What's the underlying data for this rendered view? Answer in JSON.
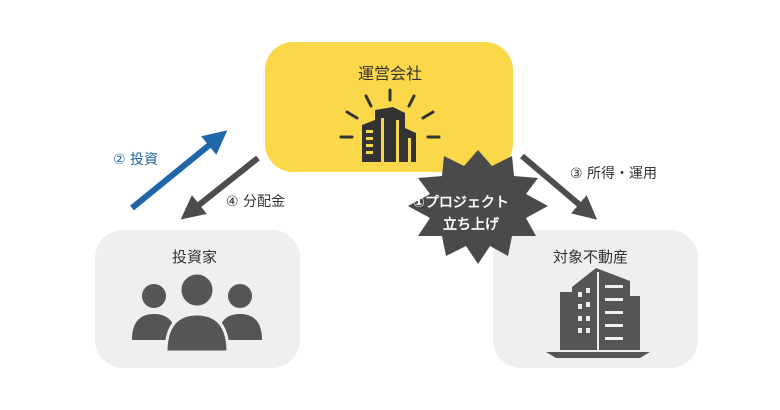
{
  "company": {
    "label": "運営会社",
    "color": "#fbd84a"
  },
  "investors": {
    "label": "投資家"
  },
  "property": {
    "label": "対象不動産"
  },
  "flows": {
    "invest": "② 投資",
    "dividend": "④ 分配金",
    "income": "③ 所得・運用",
    "launch_line1": "①プロジェクト",
    "launch_line2": "立ち上げ"
  },
  "colors": {
    "invest_arrow": "#1e66a8",
    "grey_arrow": "#4d4d4d",
    "box_grey": "#efefef",
    "burst": "#4a4a4a"
  }
}
